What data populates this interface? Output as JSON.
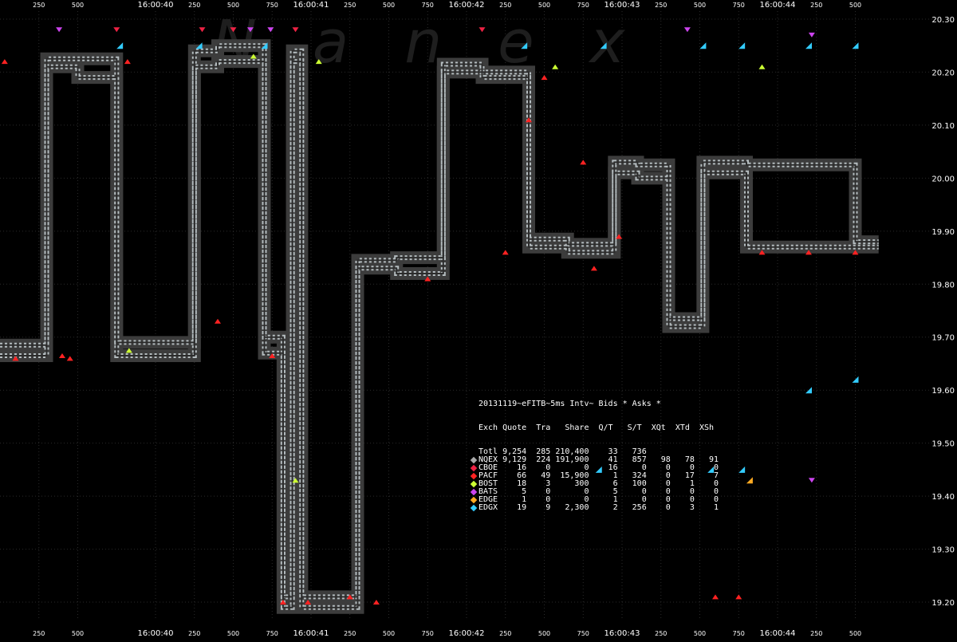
{
  "chart_data": {
    "type": "line",
    "title": "20131119~eFITB~5ms Intv~ Bids * Asks *",
    "watermark": "Nanex",
    "colors": {
      "background": "#000000",
      "nbbo_band": "#3c3c3c",
      "ask_markers": "#b4bcbf",
      "nqex": "#aaaaaa",
      "cboe": "#ee2244",
      "pacf": "#ff2222",
      "bost": "#ccff33",
      "bats": "#cc44ee",
      "edge": "#ffaa22",
      "edgx": "#33ccff",
      "grid": "#2a2a2a",
      "text": "#ffffff"
    },
    "x_axis": {
      "ticks": [
        "250",
        "500",
        "16:00:40",
        "250",
        "500",
        "750",
        "16:00:41",
        "250",
        "500",
        "750",
        "16:00:42",
        "250",
        "500",
        "750",
        "16:00:43",
        "250",
        "500",
        "750",
        "16:00:44",
        "250",
        "500"
      ],
      "tick_times": [
        39.25,
        39.5,
        40.0,
        40.25,
        40.5,
        40.75,
        41.0,
        41.25,
        41.5,
        41.75,
        42.0,
        42.25,
        42.5,
        42.75,
        43.0,
        43.25,
        43.5,
        43.75,
        44.0,
        44.25,
        44.5
      ],
      "range": [
        39.0,
        45.0
      ]
    },
    "y_axis": {
      "ticks": [
        "20.30",
        "20.20",
        "20.10",
        "20.00",
        "19.90",
        "19.80",
        "19.70",
        "19.60",
        "19.50",
        "19.40",
        "19.30",
        "19.20"
      ],
      "range": [
        19.17,
        20.315
      ]
    },
    "series": [
      {
        "role": "bid",
        "x": [
          39.0,
          39.3,
          39.3,
          39.5,
          39.5,
          39.75,
          39.75,
          40.25,
          40.25,
          40.4,
          40.4,
          40.7,
          40.7,
          40.82,
          40.82,
          40.88,
          40.88,
          40.94,
          40.94,
          41.3,
          41.3,
          41.55,
          41.55,
          41.85,
          41.85,
          42.1,
          42.1,
          42.4,
          42.4,
          42.65,
          42.65,
          42.95,
          42.95,
          43.1,
          43.1,
          43.3,
          43.3,
          43.52,
          43.52,
          43.8,
          43.8,
          44.5,
          44.5,
          44.65
        ],
        "y": [
          19.665,
          19.665,
          20.21,
          20.21,
          20.19,
          20.19,
          19.665,
          19.665,
          20.21,
          20.21,
          20.22,
          20.22,
          19.67,
          19.67,
          19.19,
          19.19,
          20.22,
          20.22,
          19.19,
          19.19,
          19.83,
          19.83,
          19.82,
          19.82,
          20.2,
          20.2,
          20.19,
          20.19,
          19.87,
          19.87,
          19.86,
          19.86,
          20.01,
          20.01,
          20.0,
          20.0,
          19.72,
          19.72,
          20.01,
          20.01,
          19.87,
          19.87,
          19.87,
          19.87
        ]
      },
      {
        "role": "ask",
        "x": [
          39.0,
          39.3,
          39.3,
          39.75,
          39.75,
          40.25,
          40.25,
          40.4,
          40.4,
          40.7,
          40.7,
          40.82,
          40.82,
          40.88,
          40.88,
          40.94,
          40.94,
          41.3,
          41.3,
          41.55,
          41.55,
          41.85,
          41.85,
          42.1,
          42.1,
          42.4,
          42.4,
          42.65,
          42.65,
          42.95,
          42.95,
          43.1,
          43.1,
          43.3,
          43.3,
          43.52,
          43.52,
          43.8,
          43.8,
          44.5,
          44.5,
          44.65
        ],
        "y": [
          19.685,
          19.685,
          20.225,
          20.225,
          19.69,
          19.69,
          20.24,
          20.24,
          20.25,
          20.25,
          19.7,
          19.7,
          19.21,
          19.21,
          20.24,
          20.24,
          19.21,
          19.21,
          19.845,
          19.845,
          19.85,
          19.85,
          20.215,
          20.215,
          20.2,
          20.2,
          19.885,
          19.885,
          19.875,
          19.875,
          20.03,
          20.03,
          20.025,
          20.025,
          19.735,
          19.735,
          20.03,
          20.03,
          20.025,
          20.025,
          19.88,
          19.88
        ]
      }
    ],
    "legend": {
      "header": "Exch Quote  Tra   Share  Q/T   S/T  XQt  XTd  XSh",
      "rows": [
        {
          "exch": "Totl",
          "quote": "9,254",
          "tra": "285",
          "share": "210,400",
          "qt": "33",
          "st": "736",
          "xqt": "",
          "xtd": "",
          "xsh": "",
          "color": ""
        },
        {
          "exch": "NQEX",
          "quote": "9,129",
          "tra": "224",
          "share": "191,900",
          "qt": "41",
          "st": "857",
          "xqt": "98",
          "xtd": "78",
          "xsh": "91",
          "color": "#aaaaaa"
        },
        {
          "exch": "CBOE",
          "quote": "16",
          "tra": "0",
          "share": "0",
          "qt": "16",
          "st": "0",
          "xqt": "0",
          "xtd": "0",
          "xsh": "0",
          "color": "#ee2244"
        },
        {
          "exch": "PACF",
          "quote": "66",
          "tra": "49",
          "share": "15,900",
          "qt": "1",
          "st": "324",
          "xqt": "0",
          "xtd": "17",
          "xsh": "7",
          "color": "#ff2222"
        },
        {
          "exch": "BOST",
          "quote": "18",
          "tra": "3",
          "share": "300",
          "qt": "6",
          "st": "100",
          "xqt": "0",
          "xtd": "1",
          "xsh": "0",
          "color": "#ccff33"
        },
        {
          "exch": "BATS",
          "quote": "5",
          "tra": "0",
          "share": "0",
          "qt": "5",
          "st": "0",
          "xqt": "0",
          "xtd": "0",
          "xsh": "0",
          "color": "#cc44ee"
        },
        {
          "exch": "EDGE",
          "quote": "1",
          "tra": "0",
          "share": "0",
          "qt": "1",
          "st": "0",
          "xqt": "0",
          "xtd": "0",
          "xsh": "0",
          "color": "#ffaa22"
        },
        {
          "exch": "EDGX",
          "quote": "19",
          "tra": "9",
          "share": "2,300",
          "qt": "2",
          "st": "256",
          "xqt": "0",
          "xtd": "3",
          "xsh": "1",
          "color": "#33ccff"
        }
      ]
    },
    "quote_markers": [
      {
        "exch": "PACF",
        "x": 39.03,
        "y": 20.22
      },
      {
        "exch": "PACF",
        "x": 39.1,
        "y": 19.66
      },
      {
        "exch": "PACF",
        "x": 39.4,
        "y": 19.665
      },
      {
        "exch": "PACF",
        "x": 39.45,
        "y": 19.66
      },
      {
        "exch": "PACF",
        "x": 39.82,
        "y": 20.22
      },
      {
        "exch": "PACF",
        "x": 40.4,
        "y": 19.73
      },
      {
        "exch": "PACF",
        "x": 40.75,
        "y": 19.665
      },
      {
        "exch": "PACF",
        "x": 40.82,
        "y": 19.2
      },
      {
        "exch": "PACF",
        "x": 40.98,
        "y": 19.2
      },
      {
        "exch": "PACF",
        "x": 41.25,
        "y": 19.21
      },
      {
        "exch": "PACF",
        "x": 41.42,
        "y": 19.2
      },
      {
        "exch": "PACF",
        "x": 41.75,
        "y": 19.81
      },
      {
        "exch": "PACF",
        "x": 42.25,
        "y": 19.86
      },
      {
        "exch": "PACF",
        "x": 42.4,
        "y": 20.11
      },
      {
        "exch": "PACF",
        "x": 42.5,
        "y": 20.19
      },
      {
        "exch": "PACF",
        "x": 42.75,
        "y": 20.03
      },
      {
        "exch": "PACF",
        "x": 42.82,
        "y": 19.83
      },
      {
        "exch": "PACF",
        "x": 42.98,
        "y": 19.89
      },
      {
        "exch": "PACF",
        "x": 43.6,
        "y": 19.21
      },
      {
        "exch": "PACF",
        "x": 43.75,
        "y": 19.21
      },
      {
        "exch": "PACF",
        "x": 43.9,
        "y": 19.86
      },
      {
        "exch": "PACF",
        "x": 44.2,
        "y": 19.86
      },
      {
        "exch": "PACF",
        "x": 44.5,
        "y": 19.86
      },
      {
        "exch": "CBOE",
        "x": 39.75,
        "y": 20.28
      },
      {
        "exch": "CBOE",
        "x": 40.3,
        "y": 20.28
      },
      {
        "exch": "CBOE",
        "x": 40.5,
        "y": 20.28
      },
      {
        "exch": "CBOE",
        "x": 40.9,
        "y": 20.28
      },
      {
        "exch": "CBOE",
        "x": 42.1,
        "y": 20.28
      },
      {
        "exch": "BOST",
        "x": 39.83,
        "y": 19.675
      },
      {
        "exch": "BOST",
        "x": 40.63,
        "y": 20.23
      },
      {
        "exch": "BOST",
        "x": 40.9,
        "y": 19.43
      },
      {
        "exch": "BOST",
        "x": 41.05,
        "y": 20.22
      },
      {
        "exch": "BOST",
        "x": 42.57,
        "y": 20.21
      },
      {
        "exch": "BOST",
        "x": 43.9,
        "y": 20.21
      },
      {
        "exch": "BATS",
        "x": 39.38,
        "y": 20.28
      },
      {
        "exch": "BATS",
        "x": 40.61,
        "y": 20.28
      },
      {
        "exch": "BATS",
        "x": 40.74,
        "y": 20.28
      },
      {
        "exch": "BATS",
        "x": 43.42,
        "y": 20.28
      },
      {
        "exch": "BATS",
        "x": 44.22,
        "y": 20.27
      },
      {
        "exch": "BATS",
        "x": 44.22,
        "y": 19.43
      },
      {
        "exch": "EDGE",
        "x": 43.82,
        "y": 19.43
      },
      {
        "exch": "EDGX",
        "x": 39.77,
        "y": 20.25
      },
      {
        "exch": "EDGX",
        "x": 40.28,
        "y": 20.25
      },
      {
        "exch": "EDGX",
        "x": 40.7,
        "y": 20.25
      },
      {
        "exch": "EDGX",
        "x": 42.37,
        "y": 20.25
      },
      {
        "exch": "EDGX",
        "x": 42.88,
        "y": 20.25
      },
      {
        "exch": "EDGX",
        "x": 43.52,
        "y": 20.25
      },
      {
        "exch": "EDGX",
        "x": 43.77,
        "y": 20.25
      },
      {
        "exch": "EDGX",
        "x": 44.2,
        "y": 20.25
      },
      {
        "exch": "EDGX",
        "x": 44.5,
        "y": 20.25
      },
      {
        "exch": "EDGX",
        "x": 44.2,
        "y": 19.6
      },
      {
        "exch": "EDGX",
        "x": 44.5,
        "y": 19.62
      },
      {
        "exch": "EDGX",
        "x": 43.57,
        "y": 19.45
      },
      {
        "exch": "EDGX",
        "x": 43.77,
        "y": 19.45
      },
      {
        "exch": "EDGX",
        "x": 42.85,
        "y": 19.45
      }
    ],
    "grid": true,
    "legend_placement": "center"
  }
}
